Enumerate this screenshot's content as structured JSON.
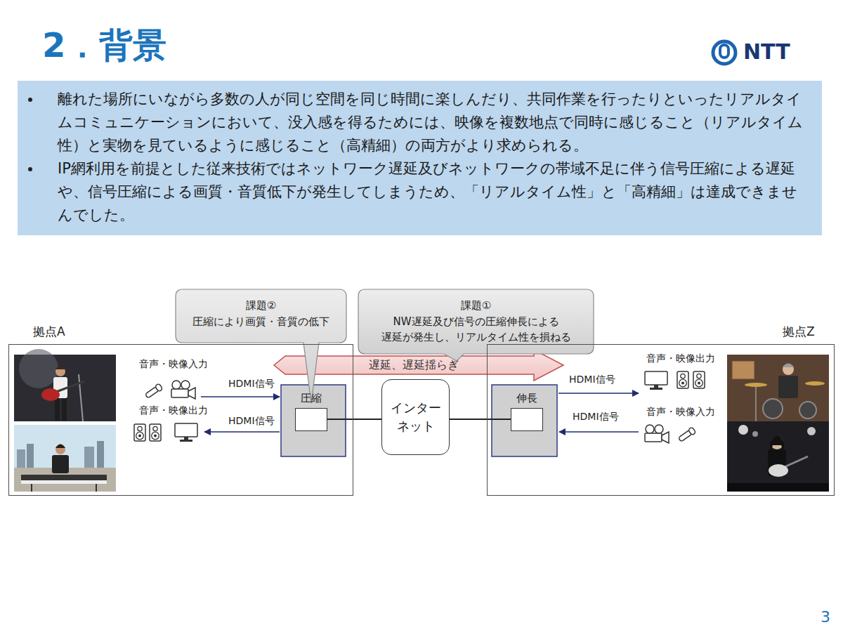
{
  "diagram": {
    "title": "2．背景",
    "nodes": [
      {
        "text": [
          "離れた場所にいながら多数の人が同じ空間を同じ時間に楽しんだり、共同作業を行ったりといったリアルタイムコミュニケーションにおいて、没入感を得るためには、映像を複数地点で同時に感じること（リアルタイム性）と実物を見ているように感じること（高精細）の両方がより求められる。",
          "IP網利用を前提とした従来技術ではネットワーク遅延及びネットワークの帯域不足に伴う信号圧縮による遅延や、信号圧縮による画質・音質低下が発生してしまうため、「リアルタイム性」と「高精細」は達成できませんでした。"
        ]
      },
      {
        "text": [
          "課題②",
          "圧縮により画質・音質の低下"
        ]
      },
      {
        "text": [
          "課題①",
          "NW遅延及び信号の圧縮伸長による 遅延が発生し、リアルタイム性を損ねる"
        ]
      },
      {
        "text": [
          "拠点A"
        ]
      },
      {
        "text": [
          "拠点Z"
        ]
      },
      {
        "text": [
          "遅延、遅延揺らぎ"
        ]
      },
      {
        "text": [
          "圧縮"
        ],
        "in": 3
      },
      {
        "text": [
          "インター ネット"
        ]
      },
      {
        "text": [
          "伸長"
        ],
        "in": 4
      }
    ],
    "edges": [
      {
        "from": 6,
        "to": 7,
        "arrow": "none"
      },
      {
        "from": 7,
        "to": 8,
        "arrow": "none"
      }
    ],
    "labels": [
      "NTT",
      "音声・映像入力",
      "HDMI信号",
      "音声・映像出力",
      "HDMI信号",
      "HDMI信号",
      "音声・映像出力",
      "HDMI信号",
      "音声・映像入力",
      "3"
    ]
  }
}
